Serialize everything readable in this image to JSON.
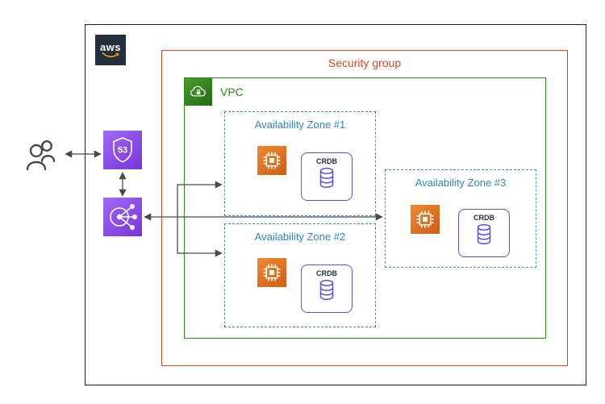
{
  "labels": {
    "aws_logo": "aws",
    "security_group": "Security group",
    "vpc": "VPC",
    "crdb": "CRDB",
    "route53": "53"
  },
  "zones": [
    {
      "label": "Availability Zone #1"
    },
    {
      "label": "Availability Zone #2"
    },
    {
      "label": "Availability Zone #3"
    }
  ],
  "icons": {
    "users": "users-icon",
    "route53": "route53-shield-icon",
    "load_balancer": "elastic-load-balancing-icon",
    "vpc": "vpc-cloud-lock-icon",
    "ec2": "ec2-instance-icon",
    "database": "database-cylinder-icon",
    "aws": "aws-logo"
  },
  "colors": {
    "security_group_red": "#d9472b",
    "vpc_green": "#2e8b1e",
    "availability_zone_blue": "#2e86c8",
    "compute_orange": "#d05c17",
    "network_purple": "#7a33d6",
    "crdb_purple": "#5c4ee5",
    "aws_dark": "#232f3e",
    "arrow_gray": "#4a4a4a"
  }
}
